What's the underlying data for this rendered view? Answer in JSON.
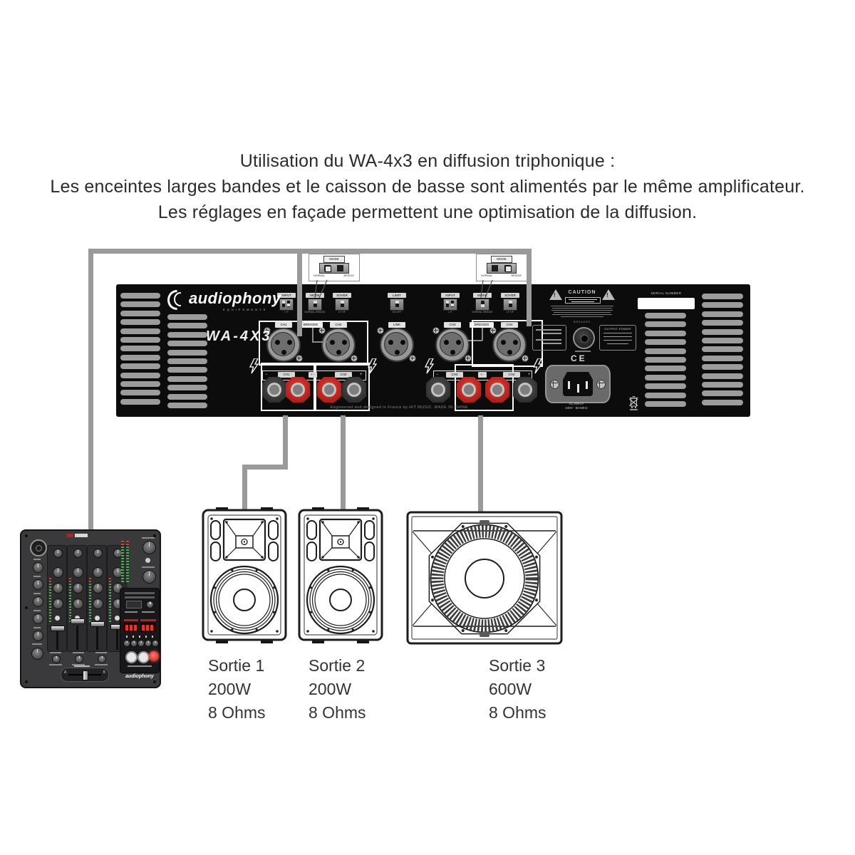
{
  "title": {
    "line1": "Utilisation du WA-4x3 en diffusion triphonique :",
    "line2": "Les enceintes larges bandes et le caisson de basse sont alimentés par le même amplificateur.",
    "line3": "Les réglages en façade permettent une optimisation de la diffusion."
  },
  "amplifier": {
    "brand": "audiophony",
    "brand_sub": "EQUIPEMENTS",
    "model": "WA-4X3",
    "serial_label": "SERIAL NUMBER",
    "caution_label": "CAUTION",
    "footer_text": "Engineered and designed in France by HIT MUSIC. MADE IN CHINA",
    "ac_input_label": "AC INPUT",
    "ac_input_rating": "240V - 50-60Hz",
    "output_power_label": "OUTPUT POWER",
    "breaker_label": "BREAKER",
    "ce_mark": "CE",
    "switches": [
      {
        "label": "INPUT",
        "sub": "L  R"
      },
      {
        "label": "MODE",
        "sub": "NORMAL BRIDGE"
      },
      {
        "label": "XOVER",
        "sub": "LF  HF"
      },
      {
        "label": "LIMIT",
        "sub": "ON  OFF"
      },
      {
        "label": "INPUT",
        "sub": "L  R"
      },
      {
        "label": "MODE",
        "sub": "NORMAL BRIDGE"
      },
      {
        "label": "XOVER",
        "sub": "LF  HF"
      }
    ],
    "xlr_channels": [
      "CH1",
      "CH2",
      "LINK",
      "CH3",
      "CH4"
    ],
    "bridge_labels": [
      "BRIDGED",
      "BRIDGED"
    ],
    "terminal_strips": [
      {
        "chips": [
          "CH1",
          "+ -",
          "CH2"
        ],
        "neg": "−",
        "pos": "+"
      },
      {
        "chips": [
          "CH3",
          "+ -",
          "CH4"
        ],
        "neg": "−",
        "pos": "+"
      }
    ],
    "post_colors": [
      "black",
      "red",
      "red",
      "black",
      "black",
      "red",
      "red",
      "black"
    ]
  },
  "callouts": [
    {
      "label": "MODE",
      "left": "NORMAL",
      "right": "BRIDGE",
      "position": "normal"
    },
    {
      "label": "MODE",
      "left": "NORMAL",
      "right": "BRIDGE",
      "position": "bridge"
    }
  ],
  "mixer": {
    "logo": "audiophony",
    "crossfader_left": "A",
    "crossfader_right": "B"
  },
  "outputs": [
    {
      "name": "Sortie 1",
      "power": "200W",
      "impedance": "8 Ohms"
    },
    {
      "name": "Sortie 2",
      "power": "200W",
      "impedance": "8 Ohms"
    },
    {
      "name": "Sortie 3",
      "power": "600W",
      "impedance": "8 Ohms"
    }
  ],
  "colors": {
    "cable": "#9a9a9a",
    "amp_bg": "#0c0c0c",
    "vent": "#9c9c9c",
    "post_red": "#c4211d",
    "post_black": "#3b3b3b",
    "led_green": "#44b24c",
    "led_red": "#e23a2e",
    "display_red": "#ff2d1f"
  }
}
